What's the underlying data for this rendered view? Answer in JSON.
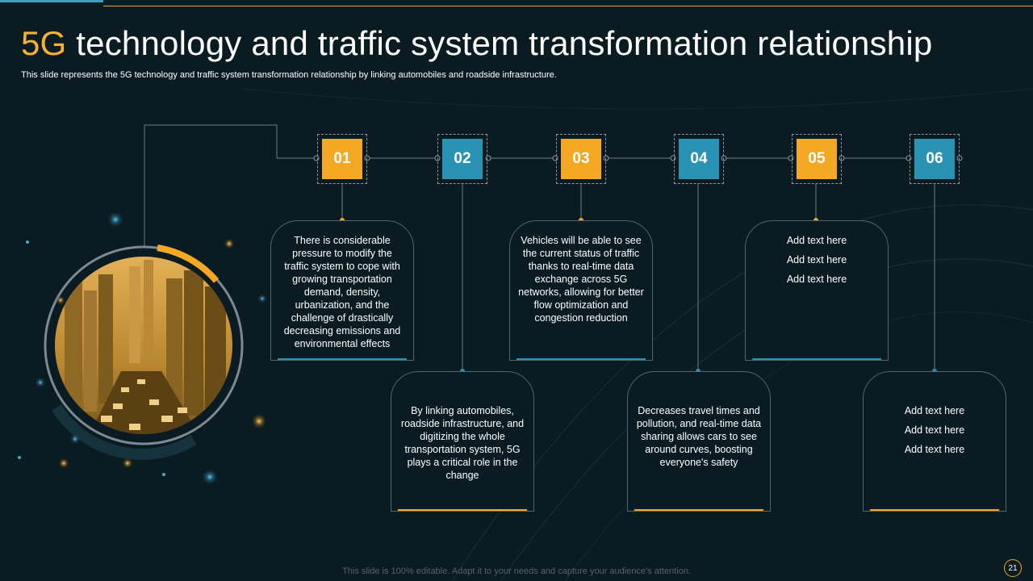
{
  "title": {
    "accent": "5G",
    "rest": " technology and traffic system transformation relationship"
  },
  "subtitle": "This slide represents the 5G technology and traffic system transformation relationship by linking automobiles and roadside infrastructure.",
  "steps": [
    {
      "number": "01",
      "color": "#f4a824"
    },
    {
      "number": "02",
      "color": "#2a93b4"
    },
    {
      "number": "03",
      "color": "#f4a824"
    },
    {
      "number": "04",
      "color": "#2a93b4"
    },
    {
      "number": "05",
      "color": "#f4a824"
    },
    {
      "number": "06",
      "color": "#2a93b4"
    }
  ],
  "cards": {
    "c1": "There is considerable pressure to modify the traffic system to cope with growing transportation demand, density, urbanization, and the challenge of drastically decreasing emissions and environmental effects",
    "c2": "By linking automobiles, roadside infrastructure, and digitizing the whole transportation system, 5G plays a critical role in the change",
    "c3": "Vehicles will be able to see the current status of traffic thanks to real-time data exchange across 5G networks, allowing for better flow optimization and congestion reduction",
    "c4": "Decreases travel times and pollution, and real-time data sharing allows cars to see around curves, boosting everyone's safety",
    "c5": [
      "Add text here",
      "Add text here",
      "Add text here"
    ],
    "c6": [
      "Add text here",
      "Add text here",
      "Add text here"
    ]
  },
  "footer": "This slide is 100% editable. Adapt it to your needs and capture your audience's attention.",
  "page_number": "21",
  "colors": {
    "gold": "#f4a824",
    "blue": "#2a93b4",
    "background": "#0b1b22"
  },
  "image": {
    "description_icon": "city-traffic-photo"
  }
}
